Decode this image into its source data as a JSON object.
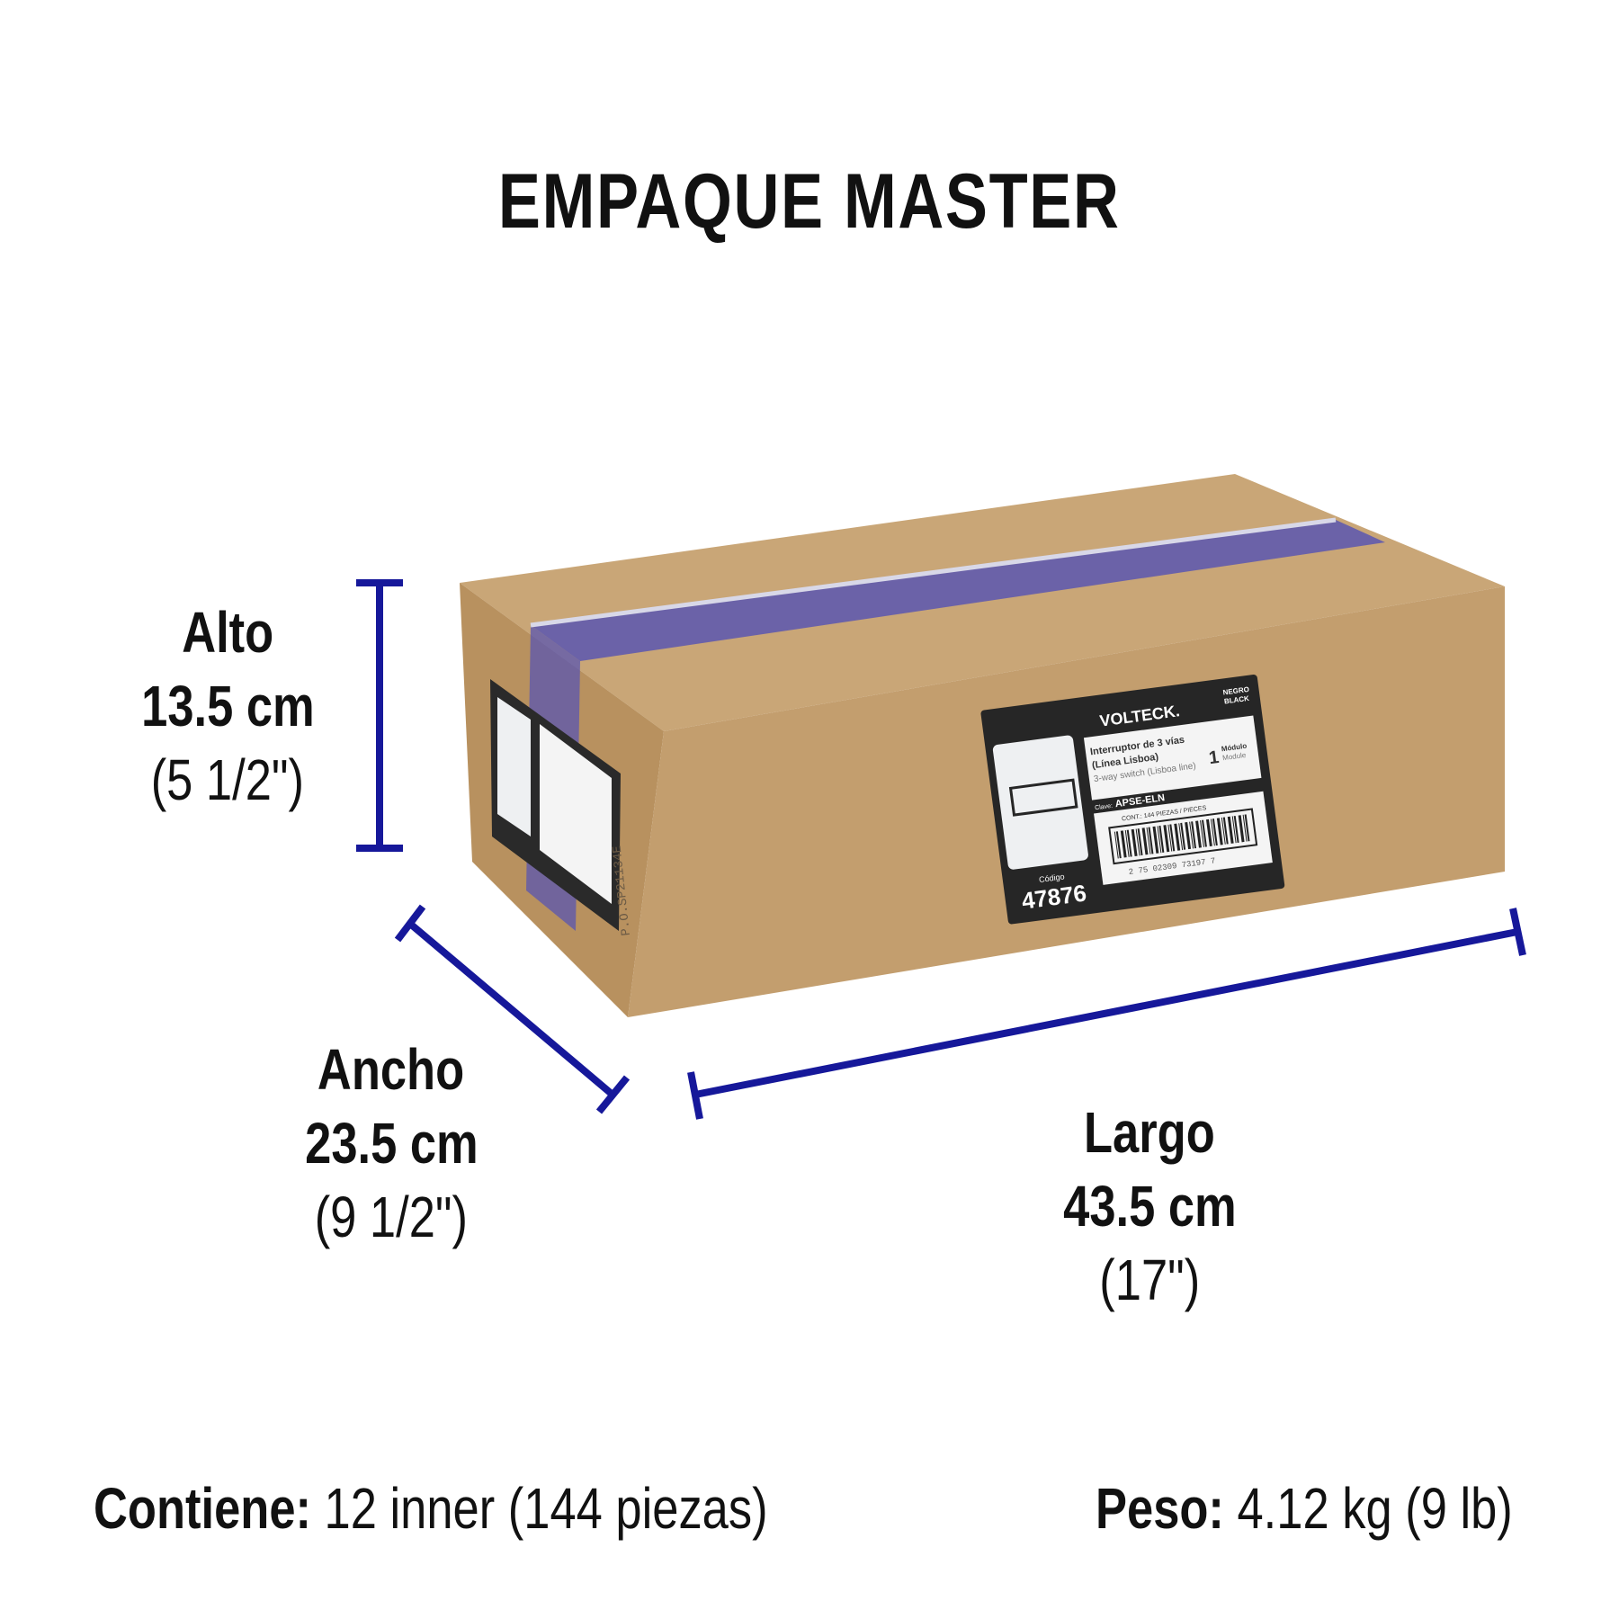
{
  "title": "EMPAQUE MASTER",
  "dimensions": {
    "alto": {
      "label": "Alto",
      "metric": "13.5 cm",
      "imperial": "(5 1/2\")"
    },
    "ancho": {
      "label": "Ancho",
      "metric": "23.5 cm",
      "imperial": "(9 1/2\")"
    },
    "largo": {
      "label": "Largo",
      "metric": "43.5 cm",
      "imperial": "(17\")"
    }
  },
  "footer": {
    "contiene_label": "Contiene:",
    "contiene_value": " 12 inner (144 piezas)",
    "peso_label": "Peso:",
    "peso_value": " 4.12 kg (9 lb)"
  },
  "box_label": {
    "brand": "VOLTECK.",
    "color_es": "NEGRO",
    "color_en": "BLACK",
    "product_line1": "Interruptor de 3 vías",
    "product_line2": "(Línea Lisboa)",
    "product_en": "3-way switch (Lisboa line)",
    "module_count": "1",
    "module_es": "Módulo",
    "module_en": "Module",
    "clave_label": "Clave:",
    "clave": "APSE-ELN",
    "contents": "CONT.: 144 PIEZAS / PIECES",
    "barcode_number": "2 75 02309 73197 7",
    "codigo_label": "Código",
    "codigo": "47876",
    "po_stamp": "P.O.SP21134E"
  },
  "colors": {
    "dimension_line": "#16189a",
    "cardboard_top": "#c9a677",
    "cardboard_front": "#c39f70",
    "cardboard_side": "#b58f60",
    "tape": "#5a56b0"
  }
}
